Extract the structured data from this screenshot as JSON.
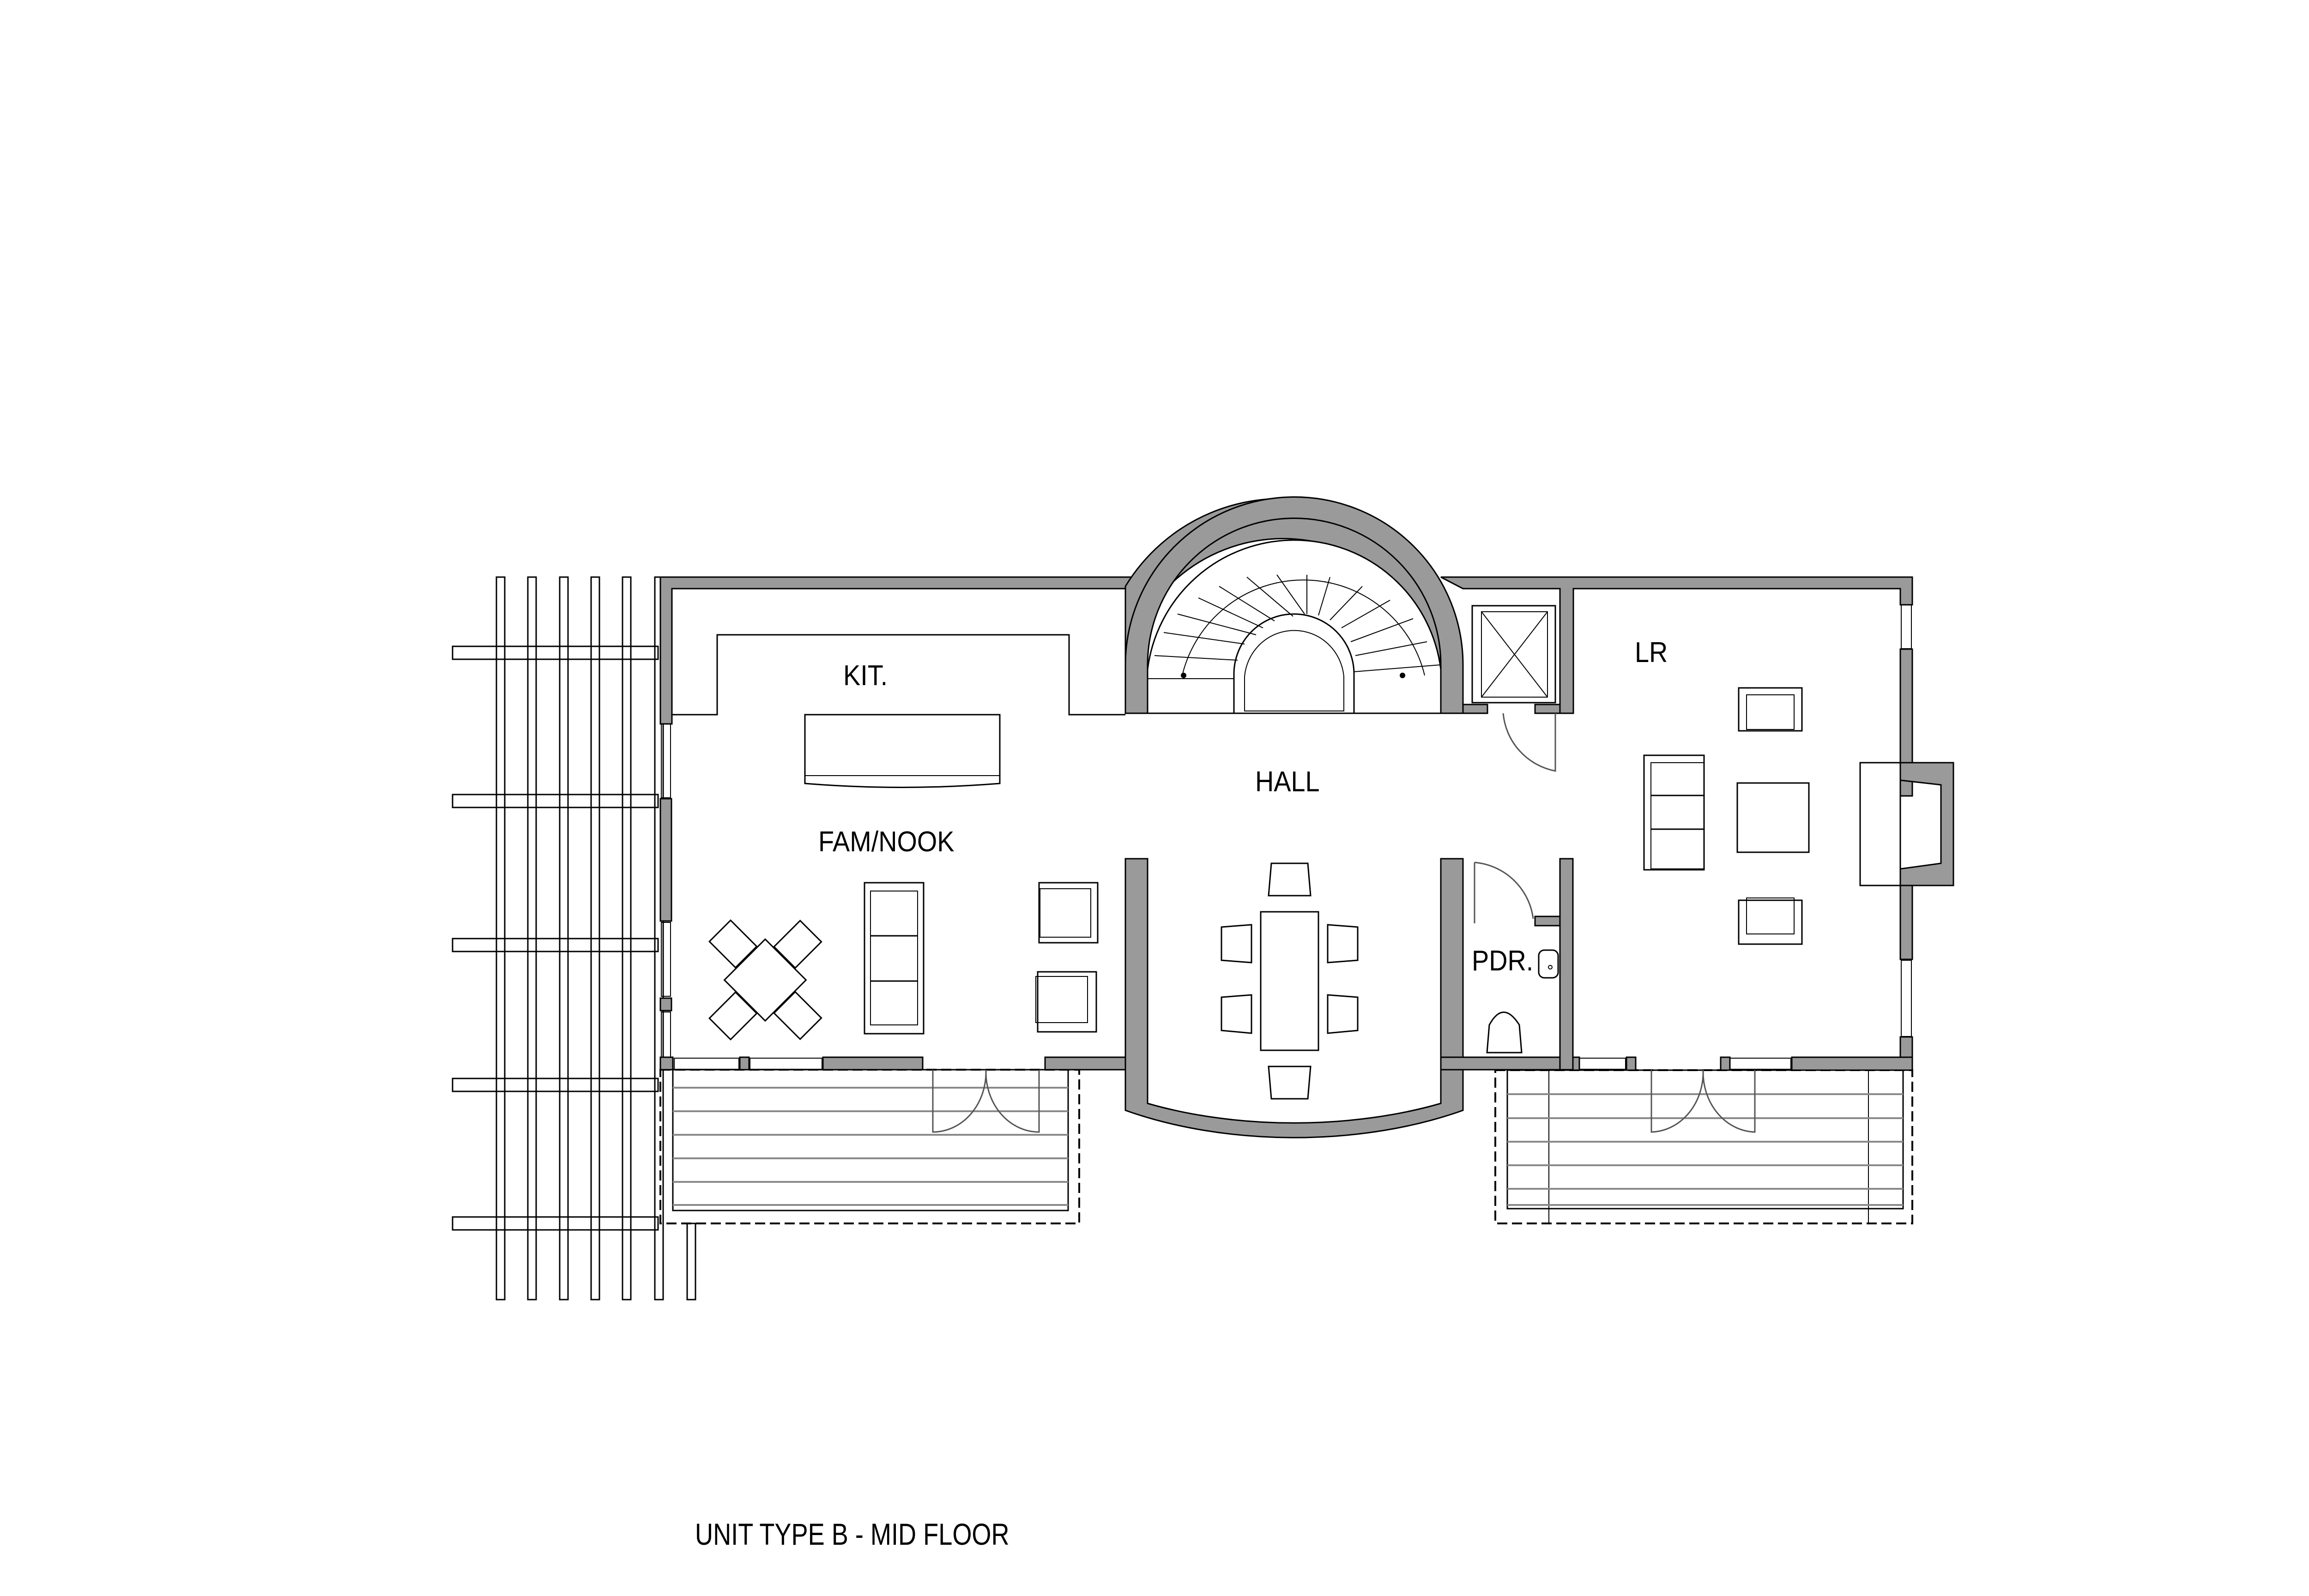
{
  "drawing": {
    "title": "UNIT TYPE B -  MID FLOOR",
    "type": "architectural floor plan"
  },
  "rooms": [
    {
      "id": "kit",
      "label": "KIT."
    },
    {
      "id": "fam",
      "label": "FAM/NOOK"
    },
    {
      "id": "hall",
      "label": "HALL"
    },
    {
      "id": "pdr",
      "label": "PDR."
    },
    {
      "id": "lr",
      "label": "LR"
    }
  ],
  "colors": {
    "wall_fill": "#9a9a9a",
    "line": "#000000",
    "deck_boards": "#8a8a8a",
    "background": "#ffffff"
  }
}
